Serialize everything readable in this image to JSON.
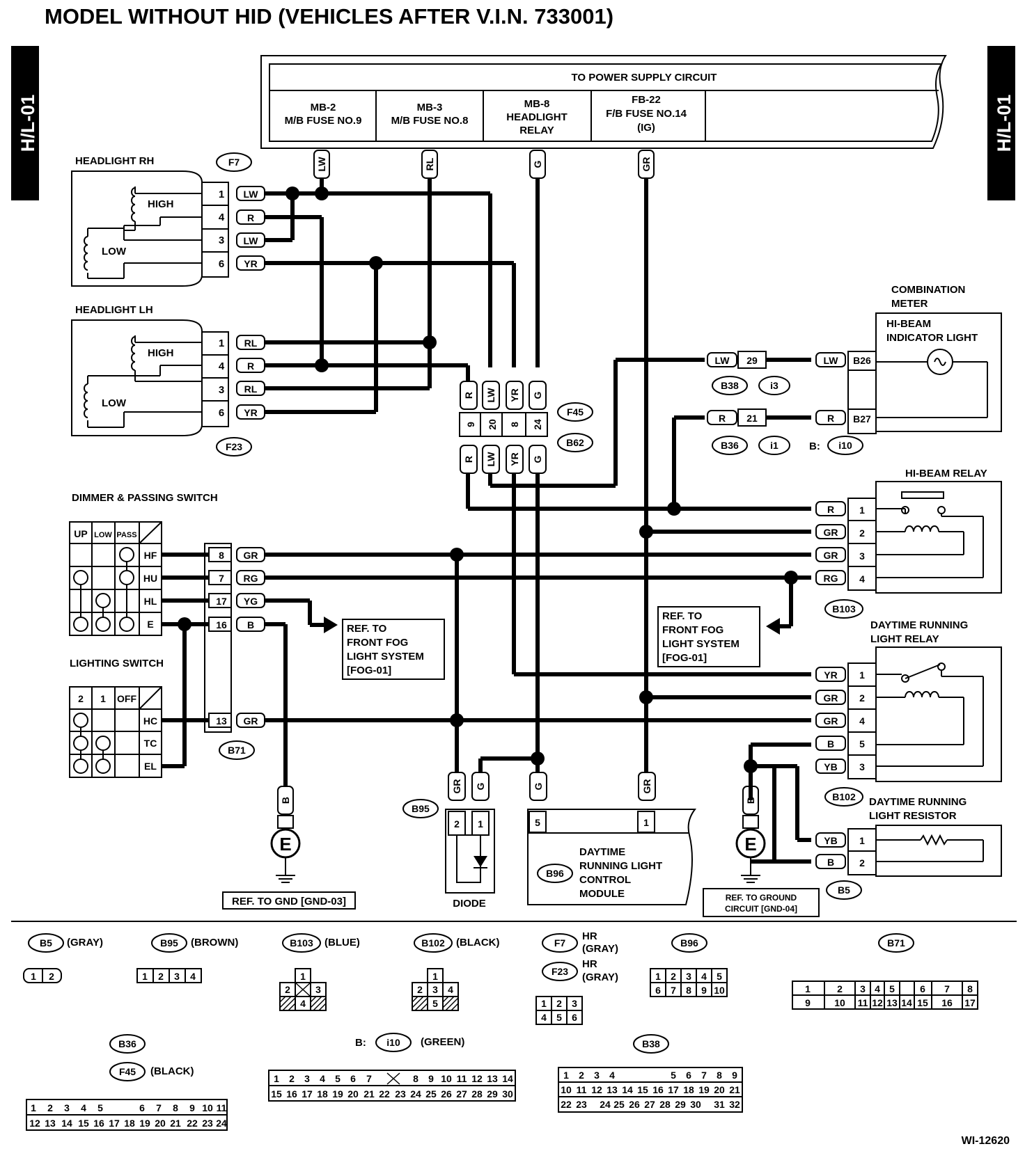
{
  "title": "MODEL WITHOUT HID (VEHICLES AFTER V.I.N. 733001)",
  "side_tab": "H/L-01",
  "figure_id": "WI-12620",
  "power_supply": {
    "header": "TO POWER SUPPLY CIRCUIT",
    "fuses": [
      {
        "line1": "MB-2",
        "line2": "M/B FUSE NO.9",
        "line3": ""
      },
      {
        "line1": "MB-3",
        "line2": "M/B FUSE NO.8",
        "line3": ""
      },
      {
        "line1": "MB-8",
        "line2": "HEADLIGHT",
        "line3": "RELAY"
      },
      {
        "line1": "FB-22",
        "line2": "F/B FUSE NO.14",
        "line3": "(IG)"
      }
    ],
    "wires": [
      "LW",
      "RL",
      "G",
      "GR"
    ]
  },
  "components": {
    "headlight_rh": {
      "label": "HEADLIGHT RH",
      "connector": "F7",
      "high": "HIGH",
      "low": "LOW",
      "pins": [
        {
          "pin": "1",
          "wire": "LW"
        },
        {
          "pin": "4",
          "wire": "R"
        },
        {
          "pin": "3",
          "wire": "LW"
        },
        {
          "pin": "6",
          "wire": "YR"
        }
      ]
    },
    "headlight_lh": {
      "label": "HEADLIGHT LH",
      "connector": "F23",
      "high": "HIGH",
      "low": "LOW",
      "pins": [
        {
          "pin": "1",
          "wire": "RL"
        },
        {
          "pin": "4",
          "wire": "R"
        },
        {
          "pin": "3",
          "wire": "RL"
        },
        {
          "pin": "6",
          "wire": "YR"
        }
      ]
    },
    "f45_b62": {
      "top_connector": "F45",
      "bottom_connector": "B62",
      "pins": [
        "9",
        "20",
        "8",
        "24"
      ],
      "wires": [
        "R",
        "LW",
        "YR",
        "G"
      ]
    },
    "combination_meter": {
      "label1": "COMBINATION",
      "label2": "METER",
      "indicator1": "HI-BEAM",
      "indicator2": "INDICATOR LIGHT",
      "pins": [
        {
          "pin": "B26",
          "wire": "LW"
        },
        {
          "pin": "B27",
          "wire": "R"
        }
      ]
    },
    "joint_upper": {
      "wire": "LW",
      "pin": "29",
      "connectors": [
        "B38",
        "i3"
      ]
    },
    "joint_lower": {
      "wire": "R",
      "pin": "21",
      "connectors": [
        "B36",
        "i1"
      ],
      "extra_prefix": "B:",
      "extra": "i10"
    },
    "hi_beam_relay": {
      "label": "HI-BEAM RELAY",
      "connector": "B103",
      "pins": [
        {
          "pin": "1",
          "wire": "R"
        },
        {
          "pin": "2",
          "wire": "GR"
        },
        {
          "pin": "3",
          "wire": "GR"
        },
        {
          "pin": "4",
          "wire": "RG"
        }
      ]
    },
    "dimmer_switch": {
      "label": "DIMMER & PASSING SWITCH",
      "cols": [
        "UP",
        "LOW",
        "PASS"
      ],
      "rows": [
        "HF",
        "HU",
        "HL",
        "E"
      ]
    },
    "lighting_switch": {
      "label": "LIGHTING SWITCH",
      "cols": [
        "2",
        "1",
        "OFF"
      ],
      "rows": [
        "HC",
        "TC",
        "EL"
      ]
    },
    "b71": {
      "connector": "B71",
      "pins": [
        {
          "pin": "8",
          "wire": "GR"
        },
        {
          "pin": "7",
          "wire": "RG"
        },
        {
          "pin": "17",
          "wire": "YG"
        },
        {
          "pin": "16",
          "wire": "B"
        },
        {
          "pin": "13",
          "wire": "GR"
        }
      ]
    },
    "ref_fog_left": [
      "REF. TO",
      "FRONT FOG",
      "LIGHT SYSTEM",
      "[FOG-01]"
    ],
    "ref_fog_right": [
      "REF. TO",
      "FRONT FOG",
      "LIGHT SYSTEM",
      "[FOG-01]"
    ],
    "drl_relay": {
      "label1": "DAYTIME RUNNING",
      "label2": "LIGHT RELAY",
      "connector": "B102",
      "pins": [
        {
          "pin": "1",
          "wire": "YR"
        },
        {
          "pin": "2",
          "wire": "GR"
        },
        {
          "pin": "4",
          "wire": "GR"
        },
        {
          "pin": "5",
          "wire": "B"
        },
        {
          "pin": "3",
          "wire": "YB"
        }
      ]
    },
    "drl_resistor": {
      "label1": "DAYTIME RUNNING",
      "label2": "LIGHT RESISTOR",
      "connector": "B5",
      "pins": [
        {
          "pin": "1",
          "wire": "YB"
        },
        {
          "pin": "2",
          "wire": "B"
        }
      ]
    },
    "diode": {
      "label": "DIODE",
      "connector": "B95",
      "pins": [
        {
          "pin": "2",
          "wire": "GR"
        },
        {
          "pin": "1",
          "wire": "G"
        }
      ]
    },
    "drl_module": {
      "connector": "B96",
      "label": [
        "DAYTIME",
        "RUNNING LIGHT",
        "CONTROL",
        "MODULE"
      ],
      "pins": [
        {
          "pin": "5",
          "wire": "G"
        },
        {
          "pin": "1",
          "wire": "GR"
        }
      ]
    },
    "ground_left": {
      "wire": "B",
      "symbol": "E",
      "ref": "REF. TO GND [GND-03]"
    },
    "ground_right": {
      "wire": "B",
      "symbol": "E",
      "ref_line1": "REF. TO GROUND",
      "ref_line2": "CIRCUIT [GND-04]"
    }
  },
  "connector_legend": [
    {
      "id": "B5",
      "color": "(GRAY)"
    },
    {
      "id": "B95",
      "color": "(BROWN)"
    },
    {
      "id": "B103",
      "color": "(BLUE)"
    },
    {
      "id": "B102",
      "color": "(BLACK)"
    },
    {
      "id": "F7",
      "color_prefix": "HR",
      "color": "(GRAY)"
    },
    {
      "id": "F23",
      "color_prefix": "HR",
      "color": "(GRAY)"
    },
    {
      "id": "B96",
      "color": ""
    },
    {
      "id": "B71",
      "color": ""
    },
    {
      "id": "B36",
      "color": ""
    },
    {
      "id": "F45",
      "color": "(BLACK)"
    },
    {
      "id": "i10",
      "prefix": "B:",
      "color": "(GREEN)"
    },
    {
      "id": "B38",
      "color": ""
    }
  ]
}
